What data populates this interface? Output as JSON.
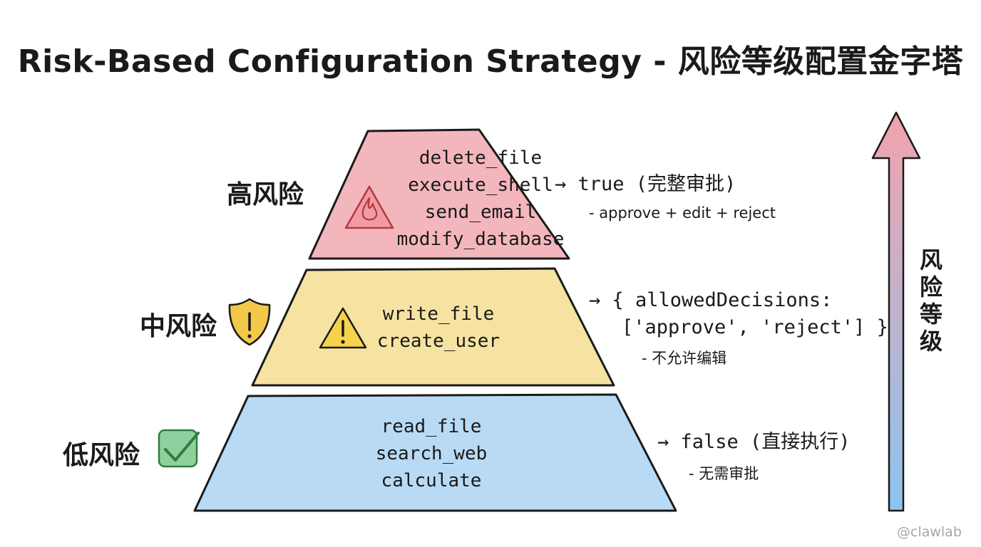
{
  "title": "Risk-Based Configuration Strategy - 风险等级配置金字塔",
  "tiers": {
    "high": {
      "label": "高风险",
      "icon": "fire-warning-icon",
      "color": "#f4b6bd",
      "tools": [
        "delete_file",
        "execute_shell",
        "send_email",
        "modify_database"
      ],
      "config": "→ true (完整审批)",
      "note": "- approve + edit + reject"
    },
    "medium": {
      "label": "中风险",
      "icon": "shield-exclamation-icon",
      "color": "#f6e3a1",
      "tools": [
        "write_file",
        "create_user"
      ],
      "config_line1": "→ { allowedDecisions:",
      "config_line2": "['approve', 'reject'] }",
      "note": "- 不允许编辑"
    },
    "low": {
      "label": "低风险",
      "icon": "checkbox-check-icon",
      "color": "#b8daf5",
      "tools": [
        "read_file",
        "search_web",
        "calculate"
      ],
      "config": "→ false (直接执行)",
      "note": "- 无需审批"
    }
  },
  "axis": {
    "label": [
      "风",
      "险",
      "等",
      "级"
    ],
    "gradient_top": "#f2a3ad",
    "gradient_bottom": "#8cc4ef"
  },
  "watermark": "@clawlab"
}
